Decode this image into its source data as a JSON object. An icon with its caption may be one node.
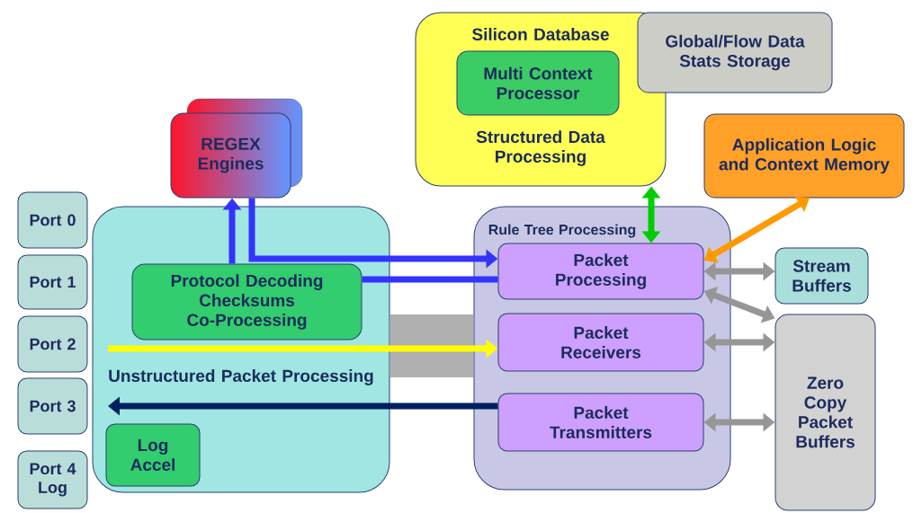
{
  "diagram": {
    "nodes": [
      {
        "text": [
          "Silicon Database",
          "Structured Data Processing"
        ]
      },
      {
        "text": [
          "Multi Context Processor"
        ],
        "in": 0
      },
      {
        "text": [
          "Global/Flow Data Stats Storage"
        ]
      },
      {
        "text": [
          "Application Logic and Context Memory"
        ]
      },
      {
        "text": [
          "REGEX Engines"
        ]
      },
      {
        "text": [
          "Port 0"
        ]
      },
      {
        "text": [
          "Port 1"
        ]
      },
      {
        "text": [
          "Port 2"
        ]
      },
      {
        "text": [
          "Port 3"
        ]
      },
      {
        "text": [
          "Port 4 Log"
        ]
      },
      {
        "text": [
          "Unstructured Packet Processing"
        ]
      },
      {
        "text": [
          "Protocol Decoding Checksums Co-Processing"
        ],
        "in": 10
      },
      {
        "text": [
          "Log Accel"
        ],
        "in": 10
      },
      {
        "text": [
          "Rule Tree Processing"
        ]
      },
      {
        "text": [
          "Packet Processing"
        ],
        "in": 13
      },
      {
        "text": [
          "Packet Receivers"
        ],
        "in": 13
      },
      {
        "text": [
          "Packet Transmitters"
        ],
        "in": 13
      },
      {
        "text": [
          "Stream Buffers"
        ]
      },
      {
        "text": [
          "Zero Copy Packet Buffers"
        ]
      },
      {
        "text": [],
        "shape": "bar"
      }
    ],
    "edges": [
      {
        "from": 11,
        "to": 4,
        "arrow": "to",
        "color": "#3333ff"
      },
      {
        "from": 4,
        "to": 14,
        "arrow": "to",
        "color": "#3333ff"
      },
      {
        "from": 11,
        "to": 14,
        "arrow": "none",
        "color": "#3333ff"
      },
      {
        "from": null,
        "to": 15,
        "arrow": "to",
        "color": "#ffff00"
      },
      {
        "from": 16,
        "to": null,
        "arrow": "to",
        "color": "#002060"
      },
      {
        "from": 0,
        "to": 14,
        "arrow": "both",
        "color": "#00cc00"
      },
      {
        "from": 3,
        "to": 14,
        "arrow": "both",
        "color": "#ff9900"
      },
      {
        "from": 14,
        "to": 17,
        "arrow": "both"
      },
      {
        "from": 14,
        "to": 18,
        "arrow": "both"
      },
      {
        "from": 15,
        "to": 18,
        "arrow": "both"
      },
      {
        "from": 16,
        "to": 18,
        "arrow": "both"
      }
    ]
  }
}
